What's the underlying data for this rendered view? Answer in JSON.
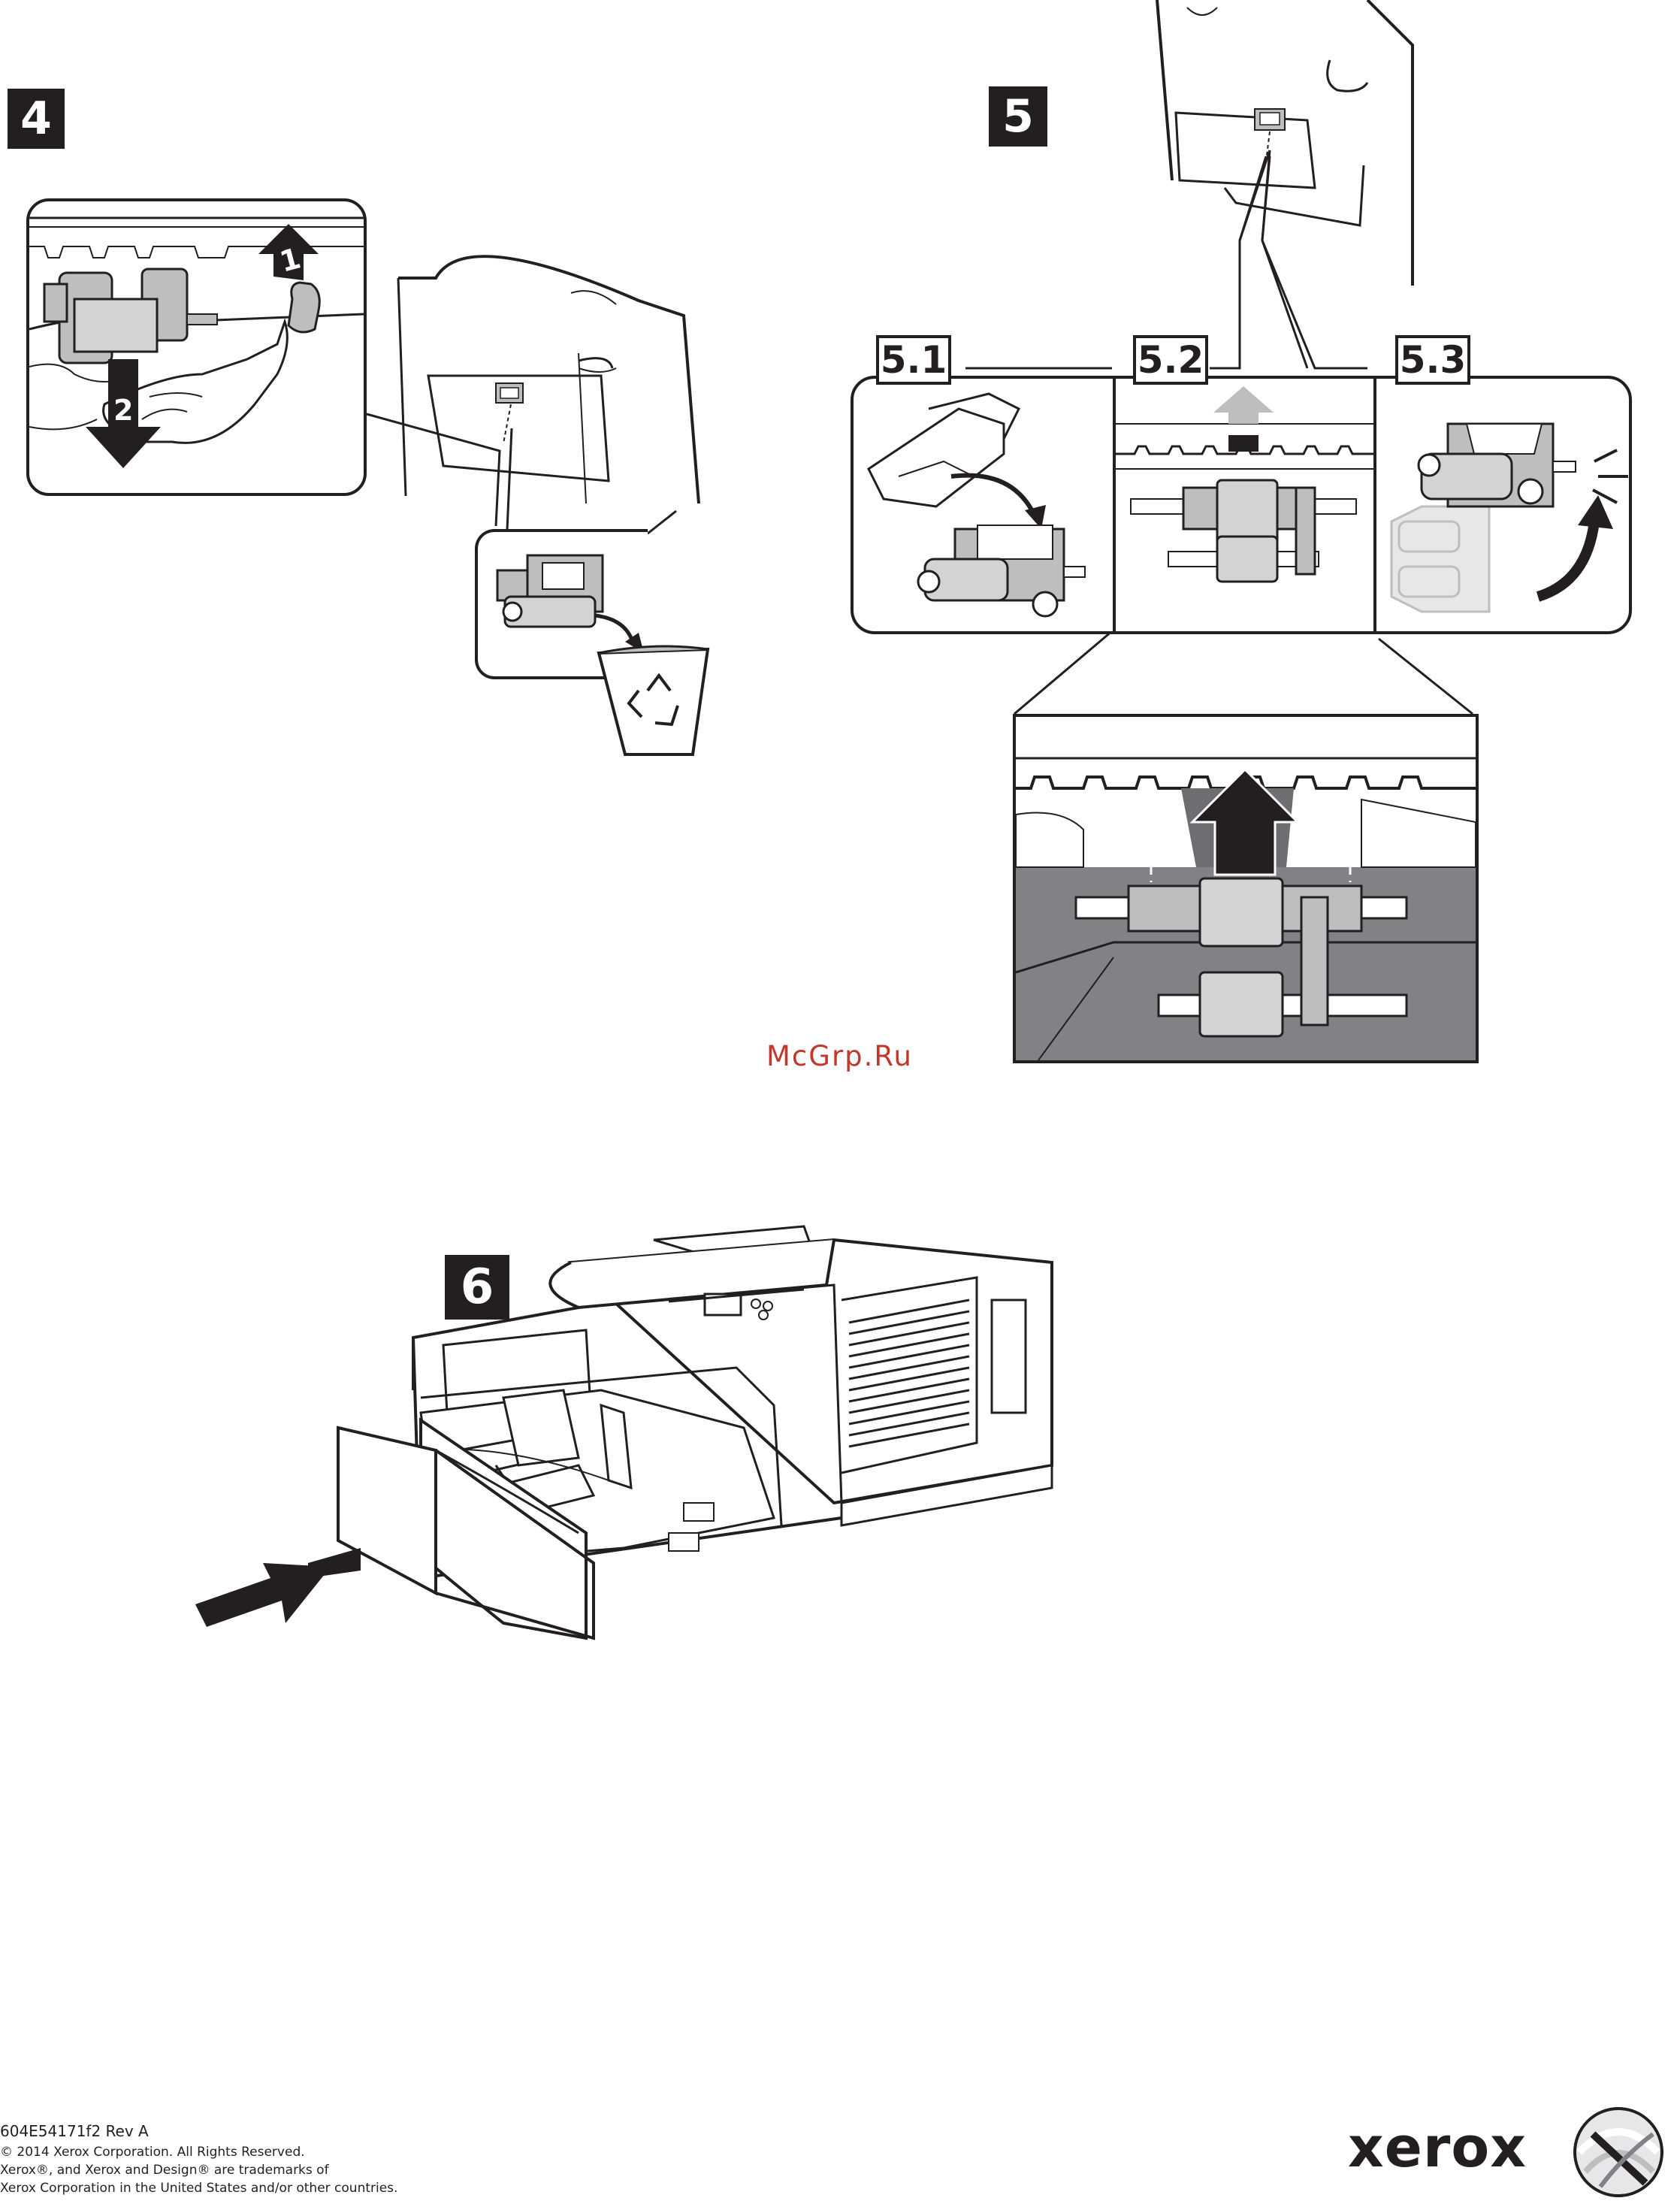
{
  "steps": {
    "step4": {
      "label": "4",
      "callout1": "1",
      "callout2": "2"
    },
    "step5": {
      "label": "5",
      "sub1": "5.1",
      "sub2": "5.2",
      "sub3": "5.3"
    },
    "step6": {
      "label": "6"
    }
  },
  "watermark": "McGrp.Ru",
  "footer": {
    "doc_code": "604E54171f2 Rev A",
    "copyright": "© 2014 Xerox Corporation. All Rights Reserved.",
    "trademark_line1": "Xerox®, and Xerox and Design® are trademarks of",
    "trademark_line2": "Xerox Corporation in the United States and/or other countries."
  },
  "logo": {
    "brand": "xerox"
  },
  "colors": {
    "ink": "#231f20",
    "grey": "#bcbec0",
    "dark_grey": "#808285",
    "watermark": "#c0392b"
  }
}
